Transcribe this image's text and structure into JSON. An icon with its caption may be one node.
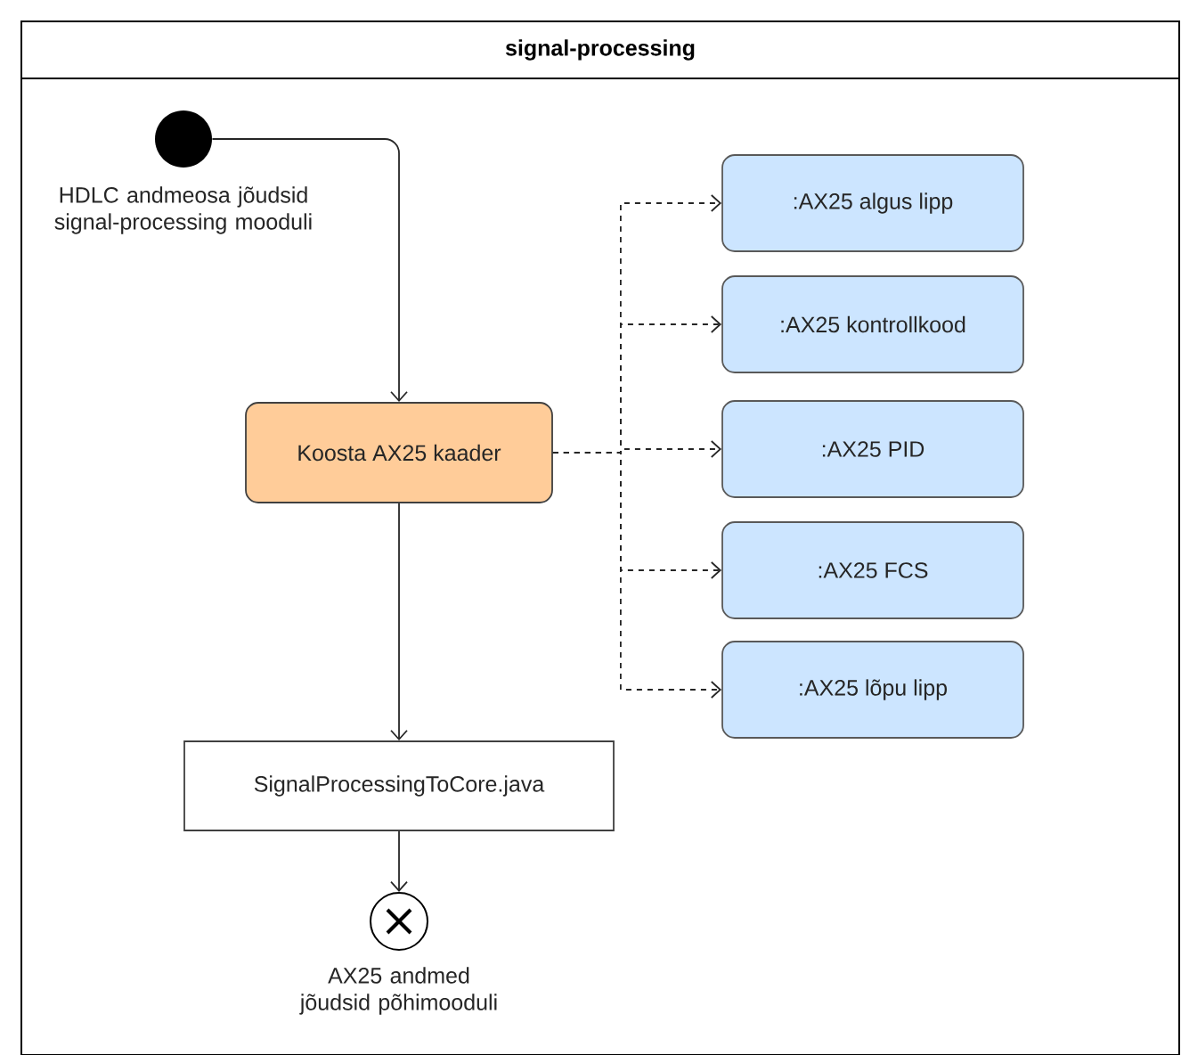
{
  "diagram": {
    "nodes": [
      {
        "text": [
          "signal-processing"
        ]
      },
      {
        "text": [],
        "shape": "circle",
        "beside": [
          "HDLC andmeosa jõudsid signal-processing mooduli"
        ],
        "in": 0
      },
      {
        "text": [
          "Koosta AX25 kaader"
        ],
        "in": 0
      },
      {
        "text": [
          ":AX25 algus lipp"
        ],
        "in": 0
      },
      {
        "text": [
          ":AX25 kontrollkood"
        ],
        "in": 0
      },
      {
        "text": [
          ":AX25 PID"
        ],
        "in": 0
      },
      {
        "text": [
          ":AX25 FCS"
        ],
        "in": 0
      },
      {
        "text": [
          ":AX25 lõpu lipp"
        ],
        "in": 0
      },
      {
        "text": [
          "SignalProcessingToCore.java"
        ],
        "in": 0
      },
      {
        "text": [],
        "shape": "circle",
        "beside": [
          "AX25 andmed jõudsid põhimooduli"
        ],
        "in": 0
      }
    ],
    "edges": [
      {
        "from": 1,
        "to": 2,
        "arrow": "to"
      },
      {
        "from": 2,
        "to": 3,
        "arrow": "to",
        "style": "dashed"
      },
      {
        "from": 2,
        "to": 4,
        "arrow": "to",
        "style": "dashed"
      },
      {
        "from": 2,
        "to": 5,
        "arrow": "to",
        "style": "dashed"
      },
      {
        "from": 2,
        "to": 6,
        "arrow": "to",
        "style": "dashed"
      },
      {
        "from": 2,
        "to": 7,
        "arrow": "to",
        "style": "dashed"
      },
      {
        "from": 2,
        "to": 8,
        "arrow": "to"
      },
      {
        "from": 8,
        "to": 9,
        "arrow": "to"
      }
    ]
  }
}
